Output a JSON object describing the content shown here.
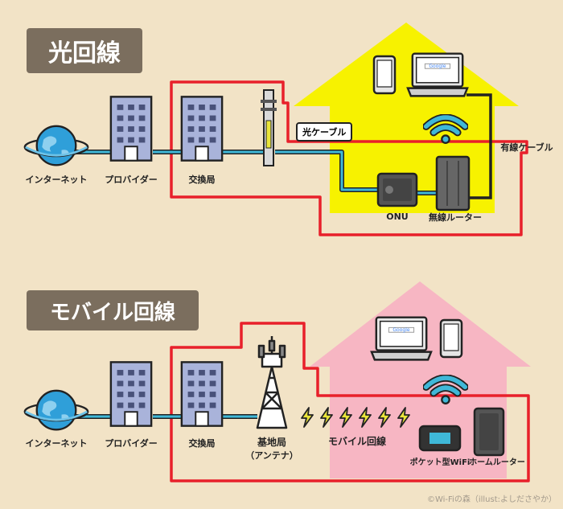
{
  "section_top": {
    "title": "光回線",
    "labels": {
      "internet": "インターネット",
      "provider": "プロバイダー",
      "exchange": "交換局",
      "fiber_cable": "光ケーブル",
      "wired_cable": "有線ケーブル",
      "onu": "ONU",
      "wireless_router": "無線ルーター"
    }
  },
  "section_bottom": {
    "title": "モバイル回線",
    "labels": {
      "internet": "インターネット",
      "provider": "プロバイダー",
      "exchange": "交換局",
      "base_station": "基地局",
      "antenna": "（アンテナ）",
      "mobile_line": "モバイル回線",
      "pocket_wifi": "ポケット型WiFi",
      "home_router": "ホームルーター"
    }
  },
  "screen_text": "Google",
  "credit": "©Wi-Fiの森（illust:よしださやか）",
  "colors": {
    "background": "#f2e3c6",
    "house_top": "#f7f200",
    "house_bottom": "#f7b6c3",
    "cable": "#3fb8d8",
    "boundary": "#e8202a",
    "title_badge": "#7b6e5e",
    "building": "#a9b3da",
    "lightning": "#e9e43a"
  }
}
